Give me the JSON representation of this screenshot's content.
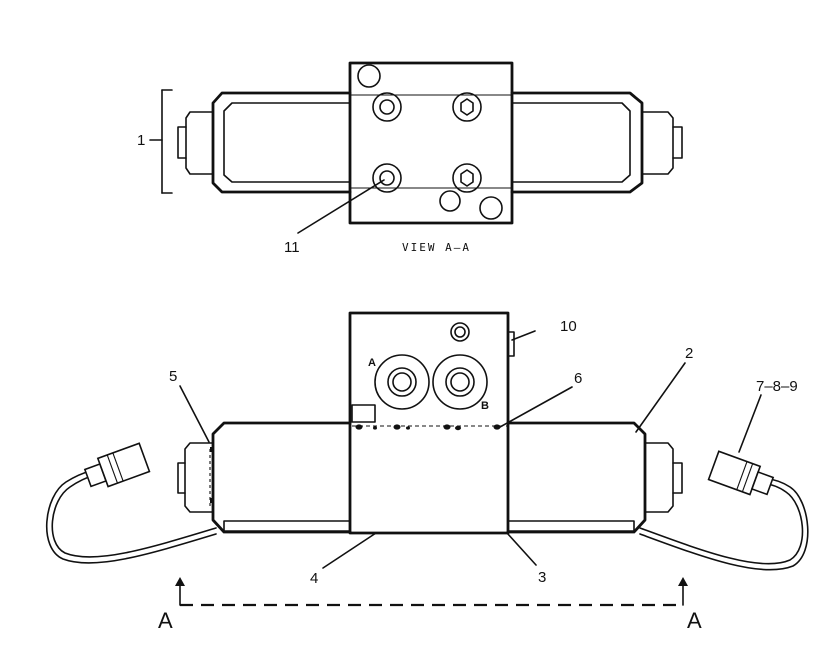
{
  "callouts": {
    "c1": "1",
    "c2": "2",
    "c3": "3",
    "c4": "4",
    "c5": "5",
    "c6": "6",
    "c789": "7–8–9",
    "c10": "10",
    "c11": "11"
  },
  "view_title": "VIEW  A–A",
  "port_labels": {
    "a": "A",
    "b": "B"
  },
  "section_marks": {
    "left": "A",
    "right": "A"
  }
}
